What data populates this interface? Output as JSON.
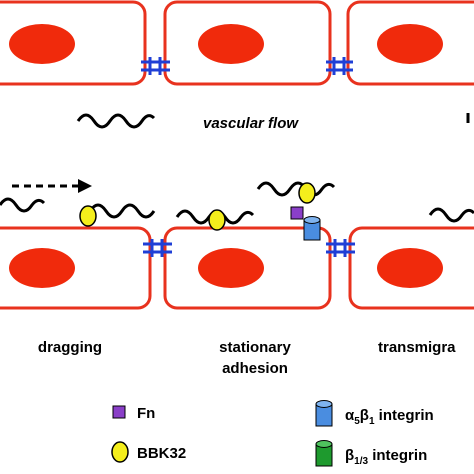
{
  "flow_label": "vascular flow",
  "stages": [
    {
      "line1": "dragging",
      "line2": ""
    },
    {
      "line1": "stationary",
      "line2": "adhesion"
    },
    {
      "line1": "transmigra",
      "line2": ""
    }
  ],
  "legend": {
    "fn": "Fn",
    "bbk32": "BBK32",
    "a5b1_prefix": "α",
    "a5b1_sub1": "5",
    "a5b1_mid": "β",
    "a5b1_sub2": "1",
    "a5b1_suffix": " integrin",
    "b13_prefix": "β",
    "b13_sub": "1/3",
    "b13_suffix": " integrin"
  },
  "colors": {
    "cell_border": "#e8321e",
    "nucleus": "#f02a0c",
    "junction": "#1f3fd6",
    "fn": "#8a3fc8",
    "bbk32": "#f4ee1c",
    "a5b1": "#4a8de0",
    "b13": "#1e9a2e"
  }
}
